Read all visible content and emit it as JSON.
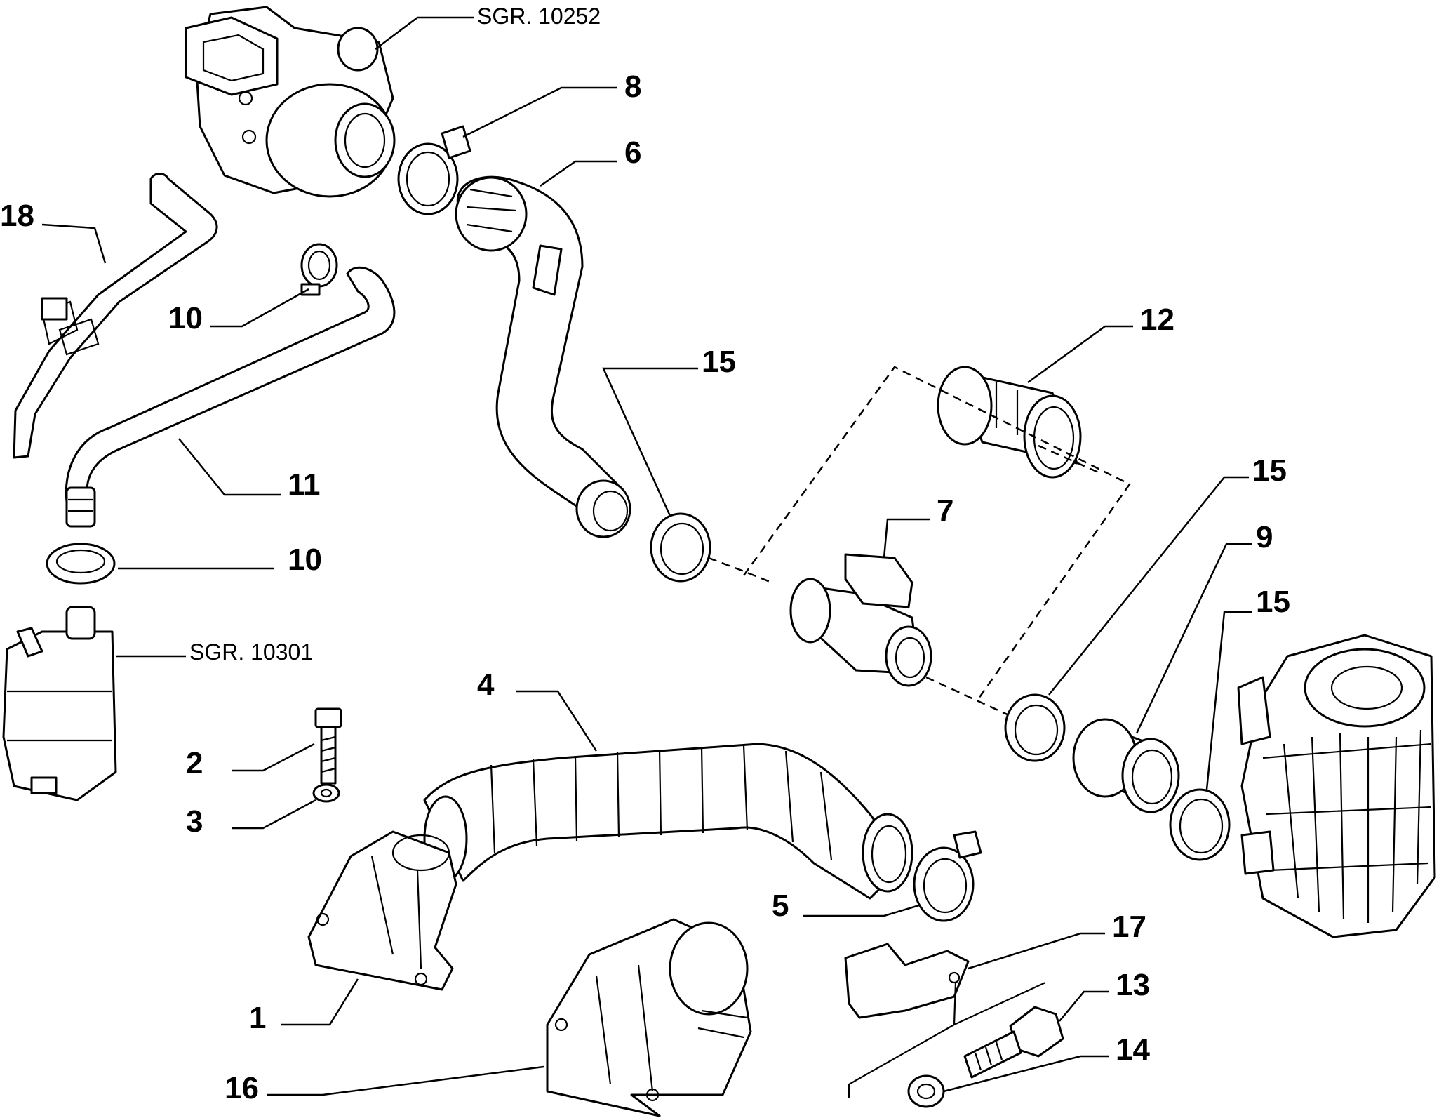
{
  "references": {
    "turbo": "SGR. 10252",
    "tank": "SGR. 10301"
  },
  "callouts": {
    "c1": "1",
    "c2": "2",
    "c3": "3",
    "c4": "4",
    "c5": "5",
    "c6": "6",
    "c7": "7",
    "c8": "8",
    "c9": "9",
    "c10a": "10",
    "c10b": "10",
    "c11": "11",
    "c12": "12",
    "c13": "13",
    "c14": "14",
    "c15a": "15",
    "c15b": "15",
    "c15c": "15",
    "c16": "16",
    "c17": "17",
    "c18": "18"
  },
  "colors": {
    "line": "#000000",
    "background": "#ffffff"
  }
}
